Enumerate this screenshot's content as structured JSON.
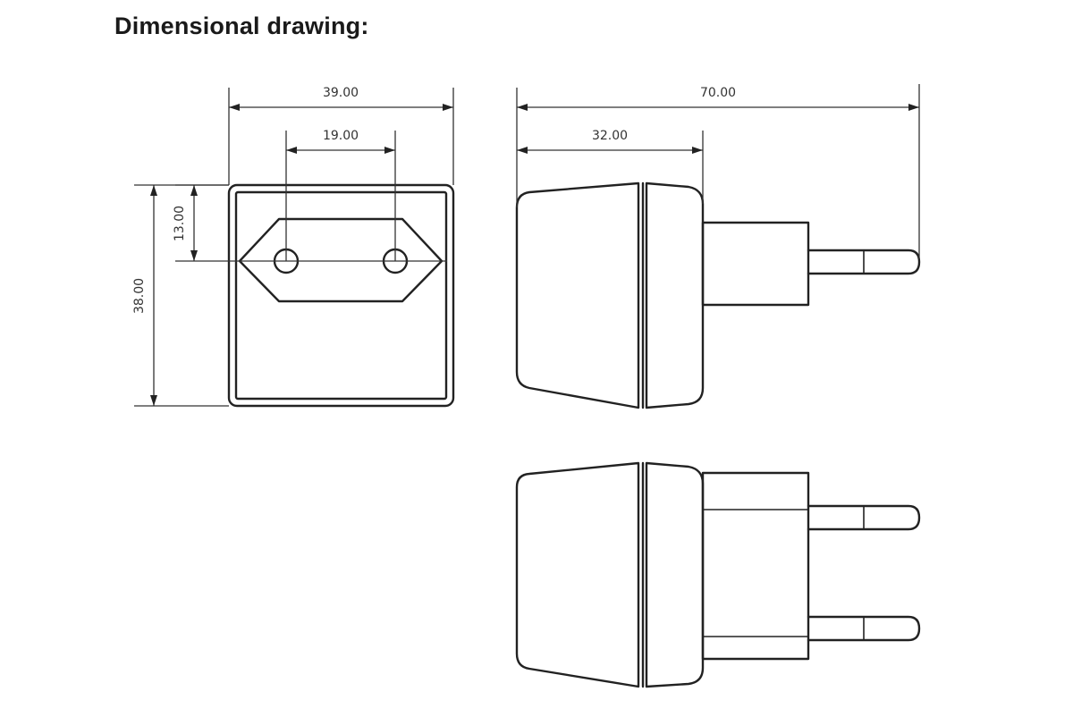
{
  "title": "Dimensional drawing:",
  "dimensions": {
    "overall_width": "39.00",
    "pin_spacing": "19.00",
    "pin_height": "13.00",
    "overall_height": "38.00",
    "overall_length": "70.00",
    "body_length": "32.00"
  },
  "colors": {
    "line": "#222222",
    "background": "#ffffff"
  }
}
